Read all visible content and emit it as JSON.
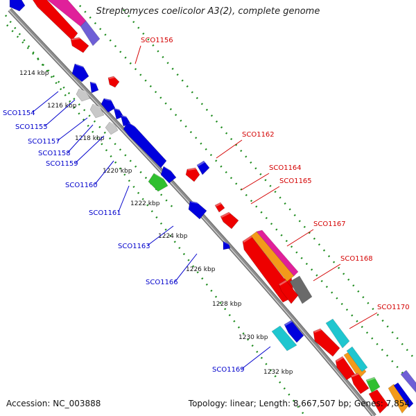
{
  "title": "Streptomyces coelicolor A3(2), complete genome",
  "footer": {
    "accession_label": "Accession:",
    "accession_value": "NC_003888",
    "topology_label": "Topology:",
    "topology_value": "linear",
    "length_label": "Length:",
    "length_value": "8,667,507 bp",
    "genes_label": "Genes:",
    "genes_value": "7,854"
  },
  "colors": {
    "backbone": "#8c8c8c",
    "tick_dots": "#1e8c1e",
    "forward_label": "#d40000",
    "reverse_label": "#0000cc",
    "gene_red": "#ee0000",
    "gene_blue": "#0000dd",
    "gene_magenta": "#e0209a",
    "gene_orange": "#f39a1a",
    "gene_cyan": "#1fc6cf",
    "gene_green": "#2fbf2f",
    "gene_grey": "#c8c8c8",
    "gene_darkgrey": "#6a6a6a",
    "gene_violet": "#6e5fd6"
  },
  "ticks": [
    "1214 kbp",
    "1216 kbp",
    "1218 kbp",
    "1220 kbp",
    "1222 kbp",
    "1224 kbp",
    "1226 kbp",
    "1228 kbp",
    "1230 kbp",
    "1232 kbp"
  ],
  "forward_labels": [
    "SCO1156",
    "SCO1162",
    "SCO1164",
    "SCO1165",
    "SCO1167",
    "SCO1168",
    "SCO1170"
  ],
  "reverse_labels": [
    "SCO1154",
    "SCO1155",
    "SCO1157",
    "SCO1158",
    "SCO1159",
    "SCO1160",
    "SCO1161",
    "SCO1163",
    "SCO1166",
    "SCO1169"
  ]
}
